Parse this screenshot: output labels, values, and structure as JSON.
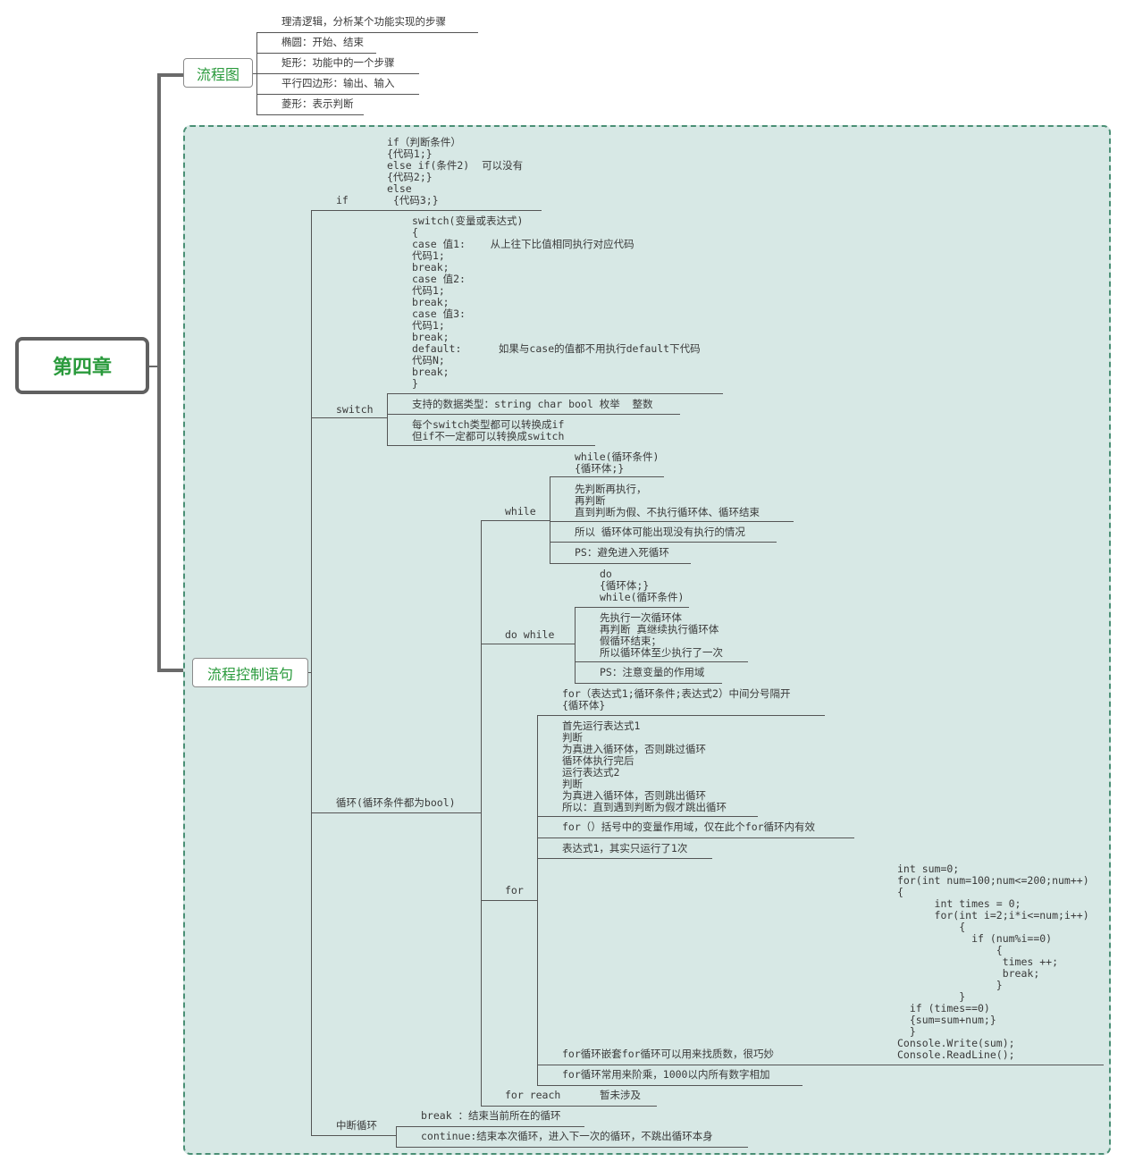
{
  "root": "第四章",
  "flowchart": {
    "label": "流程图",
    "items": [
      "理清逻辑，分析某个功能实现的步骤",
      "椭圆：开始、结束",
      "矩形：功能中的一个步骤",
      "平行四边形：输出、输入",
      "菱形：表示判断"
    ]
  },
  "control": {
    "label": "流程控制语句",
    "if": {
      "label": "if",
      "code": "if（判断条件）\n{代码1;}\nelse if(条件2)  可以没有\n{代码2;}\nelse\n {代码3;}"
    },
    "switch": {
      "label": "switch",
      "code": "switch(变量或表达式)\n{\ncase 值1:    从上往下比值相同执行对应代码\n代码1;\nbreak;\ncase 值2:\n代码1;\nbreak;\ncase 值3:\n代码1;\nbreak;\ndefault:      如果与case的值都不用执行default下代码\n代码N;\nbreak;\n}",
      "types": "支持的数据类型：string char bool 枚举  整数",
      "convert": "每个switch类型都可以转换成if\n但if不一定都可以转换成switch"
    },
    "loop": {
      "label": "循环(循环条件都为bool)",
      "while": {
        "label": "while",
        "code": "while(循环条件)\n{循环体;}",
        "n1": "先判断再执行，\n再判断\n直到判断为假、不执行循环体、循环结束",
        "n2": "所以 循环体可能出现没有执行的情况",
        "n3": "PS：避免进入死循环"
      },
      "dowhile": {
        "label": "do while",
        "code": "do\n{循环体;}\nwhile(循环条件)",
        "n1": "先执行一次循环体\n再判断 真继续执行循环体\n假循环结束；\n所以循环体至少执行了一次",
        "n2": "PS：注意变量的作用域"
      },
      "for": {
        "label": "for",
        "code": "for（表达式1;循环条件;表达式2）中间分号隔开\n{循环体}",
        "n1": "首先运行表达式1\n判断\n为真进入循环体，否则跳过循环\n循环体执行完后\n运行表达式2\n判断\n为真进入循环体，否则跳出循环\n所以：直到遇到判断为假才跳出循环",
        "n2": "for（）括号中的变量作用域，仅在此个for循环内有效",
        "n3": "表达式1，其实只运行了1次",
        "n4": "for循环嵌套for循环可以用来找质数，很巧妙",
        "n4code": "int sum=0;\nfor(int num=100;num<=200;num++)\n{\n      int times = 0;\n      for(int i=2;i*i<=num;i++)\n          {\n            if (num%i==0)\n                {\n                 times ++;\n                 break;\n                }\n          }\n  if (times==0)\n  {sum=sum+num;}\n  }\nConsole.Write(sum);\nConsole.ReadLine();",
        "n5": "for循环常用来阶乘，1000以内所有数字相加"
      },
      "foreach": {
        "label": "for reach",
        "note": "暂未涉及"
      }
    },
    "interrupt": {
      "label": "中断循环",
      "break": "break ：结束当前所在的循环",
      "continue": "continue:结束本次循环，进入下一次的循环，不跳出循环本身"
    }
  }
}
